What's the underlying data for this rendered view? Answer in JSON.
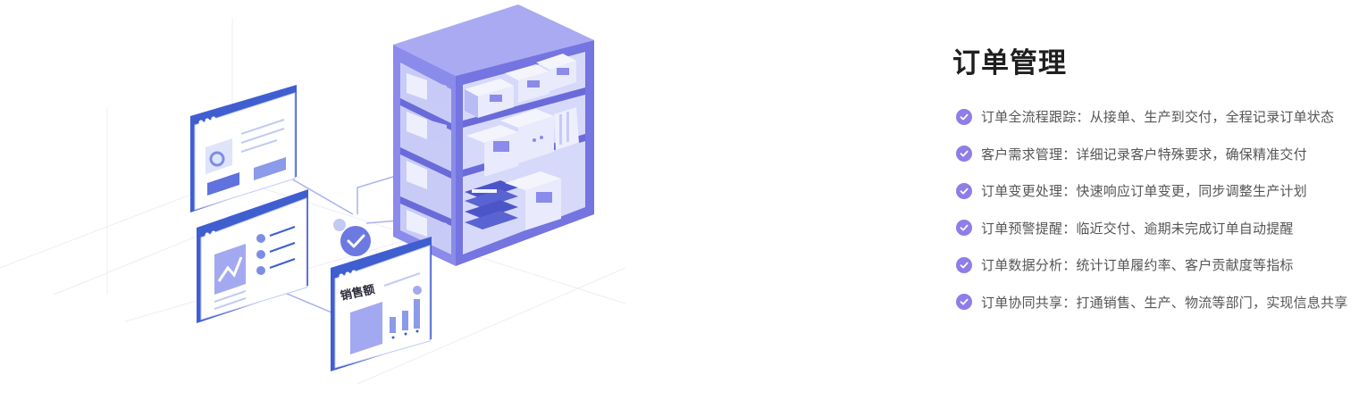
{
  "illustration": {
    "sales_label": "销售额"
  },
  "panel": {
    "title": "订单管理",
    "features": [
      "订单全流程跟踪：从接单、生产到交付，全程记录订单状态",
      "客户需求管理：详细记录客户特殊要求，确保精准交付",
      "订单变更处理：快速响应订单变更，同步调整生产计划",
      "订单预警提醒：临近交付、逾期未完成订单自动提醒",
      "订单数据分析：统计订单履约率、客户贡献度等指标",
      "订单协同共享：打通销售、生产、物流等部门，实现信息共享"
    ]
  },
  "colors": {
    "accent": "#8f7de8",
    "shelf": "#7c7ae6",
    "window_blue": "#4c6fd8"
  }
}
